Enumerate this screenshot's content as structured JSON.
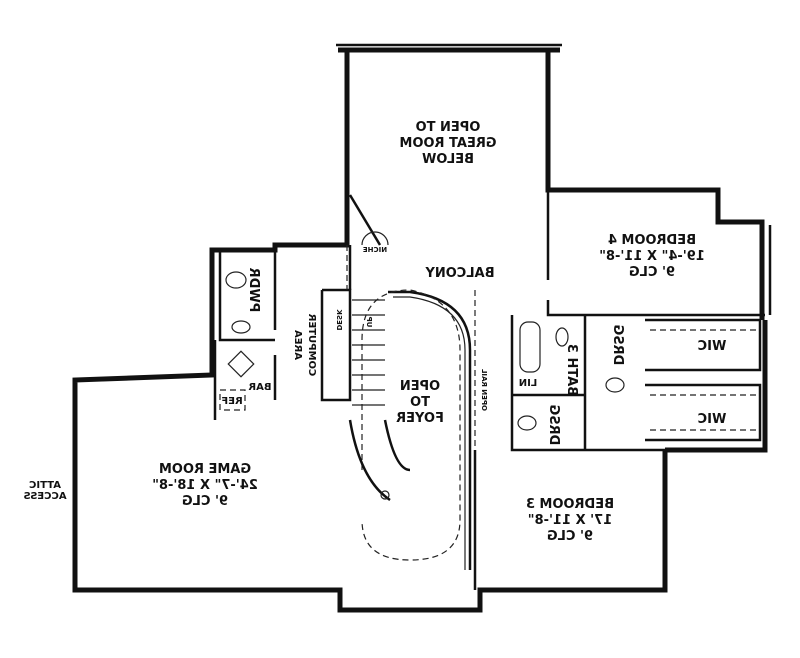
{
  "plan": {
    "great_room": [
      "OPEN TO",
      "GREAT ROOM",
      "BELOW"
    ],
    "bedroom4": [
      "BEDROOM 4",
      "19'-4\" X 11'-8\"",
      "9' CLG"
    ],
    "balcony": "BALCONY",
    "niche": "NICHE",
    "pwdr": "PWDR",
    "computer_area": [
      "COMPUTER",
      "AREA"
    ],
    "desk": "DESK",
    "stair_up": "UP",
    "foyer": [
      "OPEN",
      "TO",
      "FOYER"
    ],
    "open_rail": "OPEN RAIL",
    "bath3": "BATH 3",
    "drsg_1": "DRSG",
    "drsg_2": "DRSG",
    "lin": "LIN",
    "wic_1": "WIC",
    "wic_2": "WIC",
    "bar": "BAR",
    "ref": "REF",
    "game_room": [
      "GAME ROOM",
      "24'-7\" X 18'-8\"",
      "9' CLG"
    ],
    "attic_access": [
      "ATTIC",
      "ACCESS"
    ],
    "bedroom3": [
      "BEDROOM 3",
      "17' X 11'-8\"",
      "9' CLG"
    ]
  }
}
